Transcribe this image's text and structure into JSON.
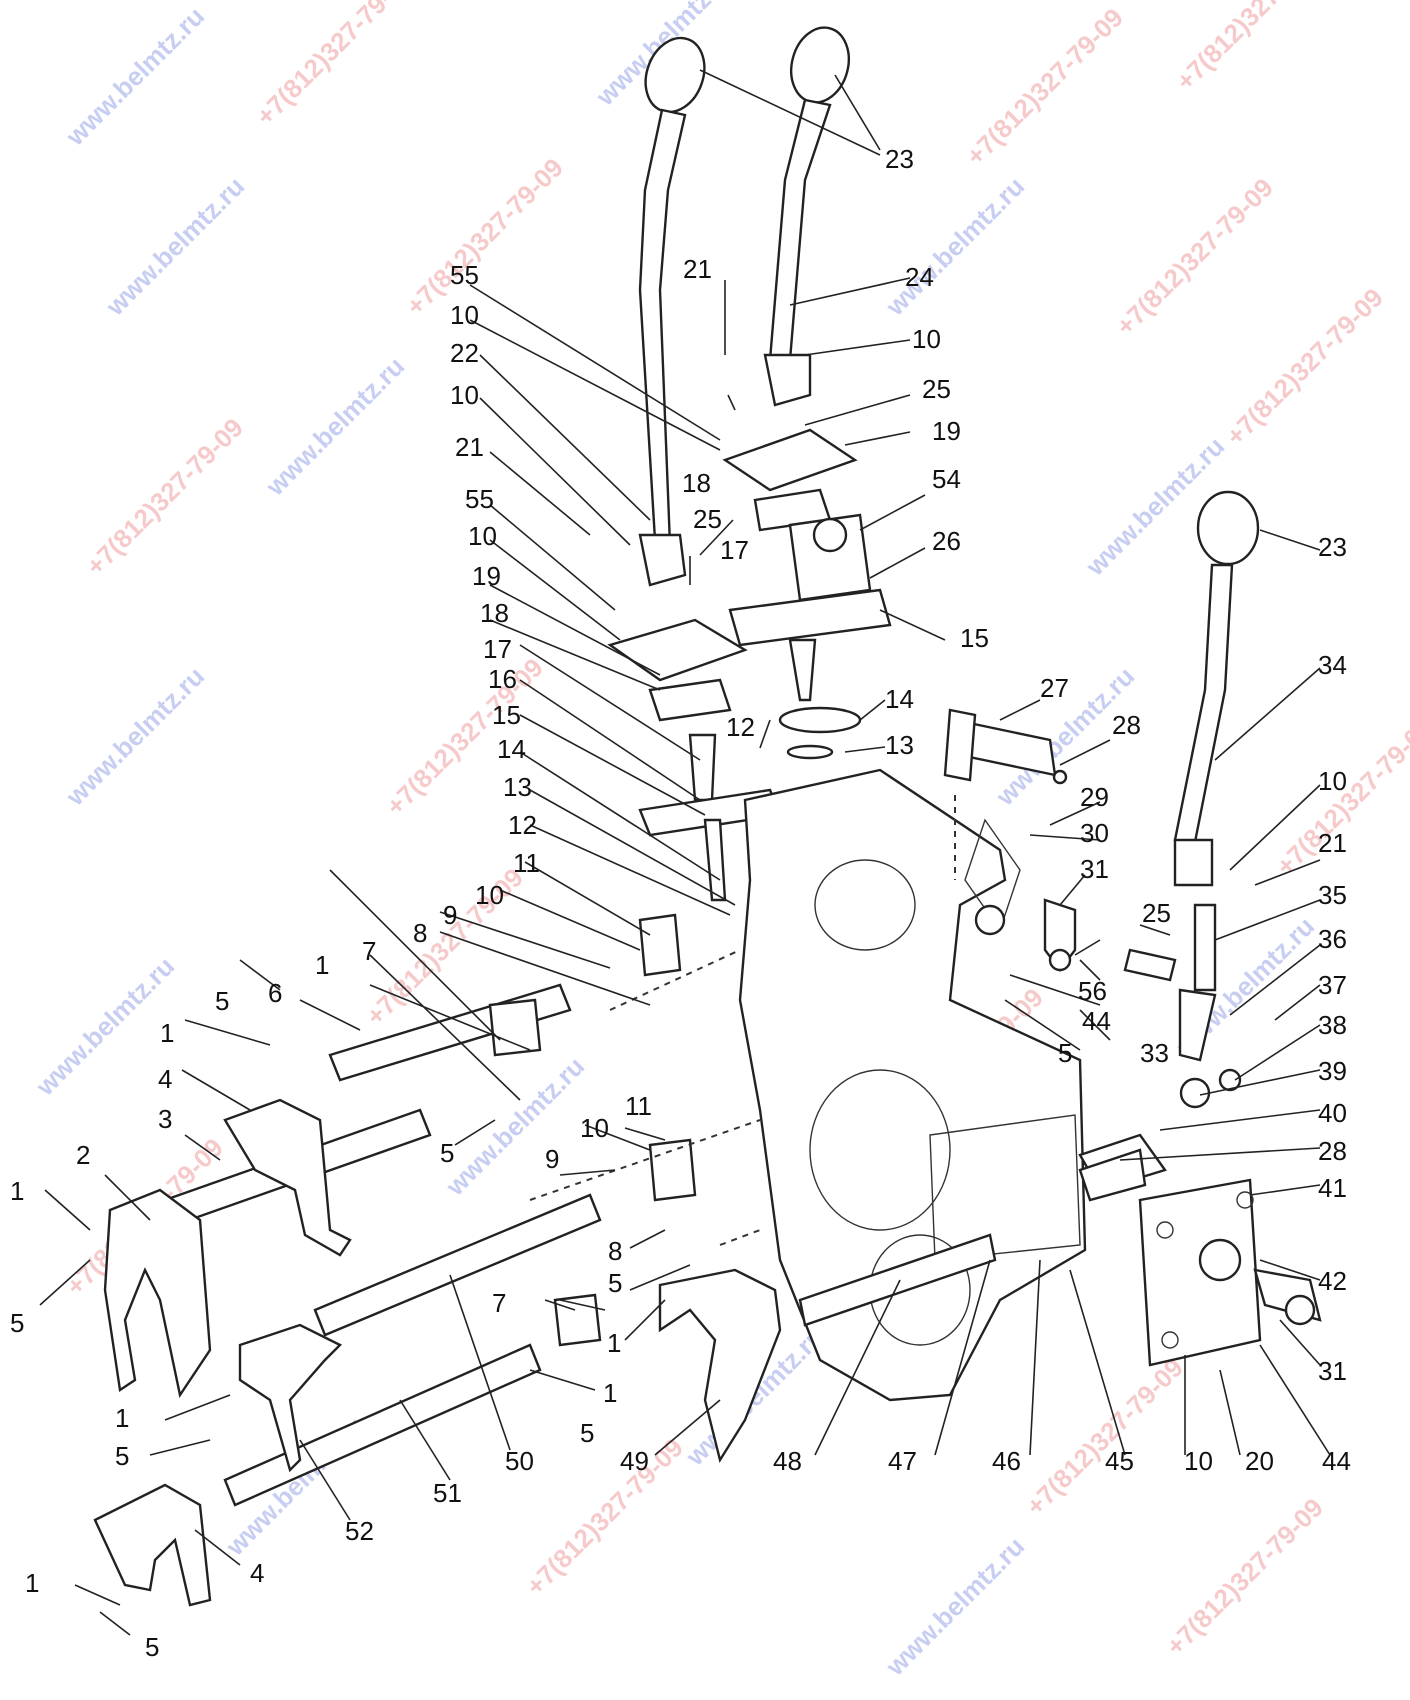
{
  "watermarks": {
    "site": "www.belmtz.ru",
    "phone": "+7(812)327-79-09"
  },
  "labels": {
    "l1": "1",
    "l2": "2",
    "l3": "3",
    "l4": "4",
    "l5": "5",
    "l6": "6",
    "l7": "7",
    "l8": "8",
    "l9": "9",
    "l10": "10",
    "l11": "11",
    "l12": "12",
    "l13": "13",
    "l14": "14",
    "l15": "15",
    "l16": "16",
    "l17": "17",
    "l18": "18",
    "l19": "19",
    "l20": "20",
    "l21": "21",
    "l22": "22",
    "l23": "23",
    "l24": "24",
    "l25": "25",
    "l26": "26",
    "l27": "27",
    "l28": "28",
    "l29": "29",
    "l30": "30",
    "l31": "31",
    "l33": "33",
    "l34": "34",
    "l35": "35",
    "l36": "36",
    "l37": "37",
    "l38": "38",
    "l39": "39",
    "l40": "40",
    "l41": "41",
    "l42": "42",
    "l44": "44",
    "l45": "45",
    "l46": "46",
    "l47": "47",
    "l48": "48",
    "l49": "49",
    "l50": "50",
    "l51": "51",
    "l52": "52",
    "l54": "54",
    "l55": "55",
    "l56": "56"
  },
  "colors": {
    "ink": "#222222",
    "watermark_site": "#9aa7e8",
    "watermark_phone": "#f0a0a0"
  }
}
